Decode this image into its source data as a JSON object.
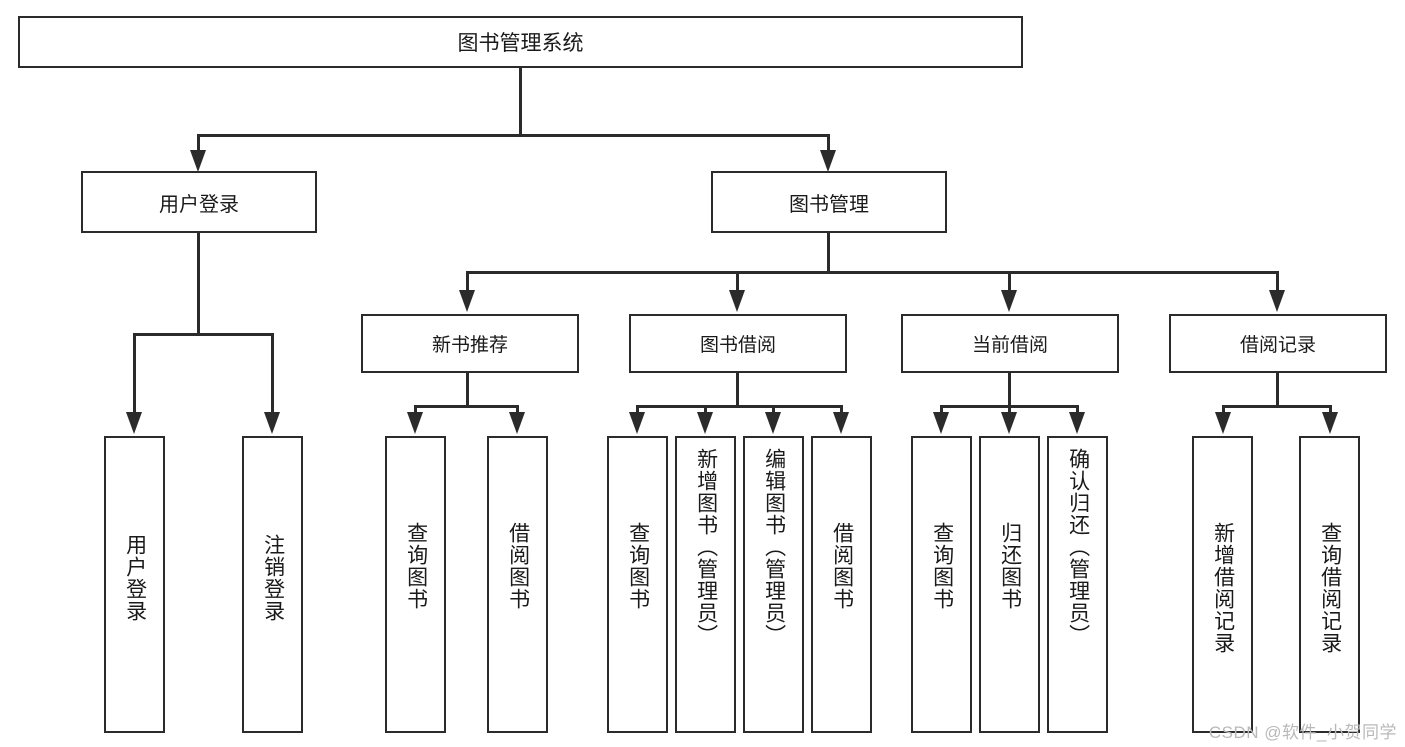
{
  "diagram": {
    "title": "图书管理系统",
    "type": "tree-hierarchy-flowchart",
    "root": {
      "label": "图书管理系统"
    },
    "level2": [
      {
        "label": "用户登录"
      },
      {
        "label": "图书管理"
      }
    ],
    "level3": [
      {
        "label": "新书推荐"
      },
      {
        "label": "图书借阅"
      },
      {
        "label": "当前借阅"
      },
      {
        "label": "借阅记录"
      }
    ],
    "leaves": {
      "user_login": [
        {
          "label": "用户登录"
        },
        {
          "label": "注销登录"
        }
      ],
      "new_book_recommend": [
        {
          "label": "查询图书"
        },
        {
          "label": "借阅图书"
        }
      ],
      "book_borrow": [
        {
          "label": "查询图书"
        },
        {
          "label": "新增图书（管理员）"
        },
        {
          "label": "编辑图书（管理员）"
        },
        {
          "label": "借阅图书"
        }
      ],
      "current_borrow": [
        {
          "label": "查询图书"
        },
        {
          "label": "归还图书"
        },
        {
          "label": "确认归还（管理员）"
        }
      ],
      "borrow_record": [
        {
          "label": "新增借阅记录"
        },
        {
          "label": "查询借阅记录"
        }
      ]
    }
  },
  "watermark": {
    "text": "CSDN @软件_小贺同学",
    "color": "#b9b9b9"
  },
  "colors": {
    "stroke": "#2b2b2b",
    "background": "#ffffff",
    "text": "#1a1a1a"
  }
}
